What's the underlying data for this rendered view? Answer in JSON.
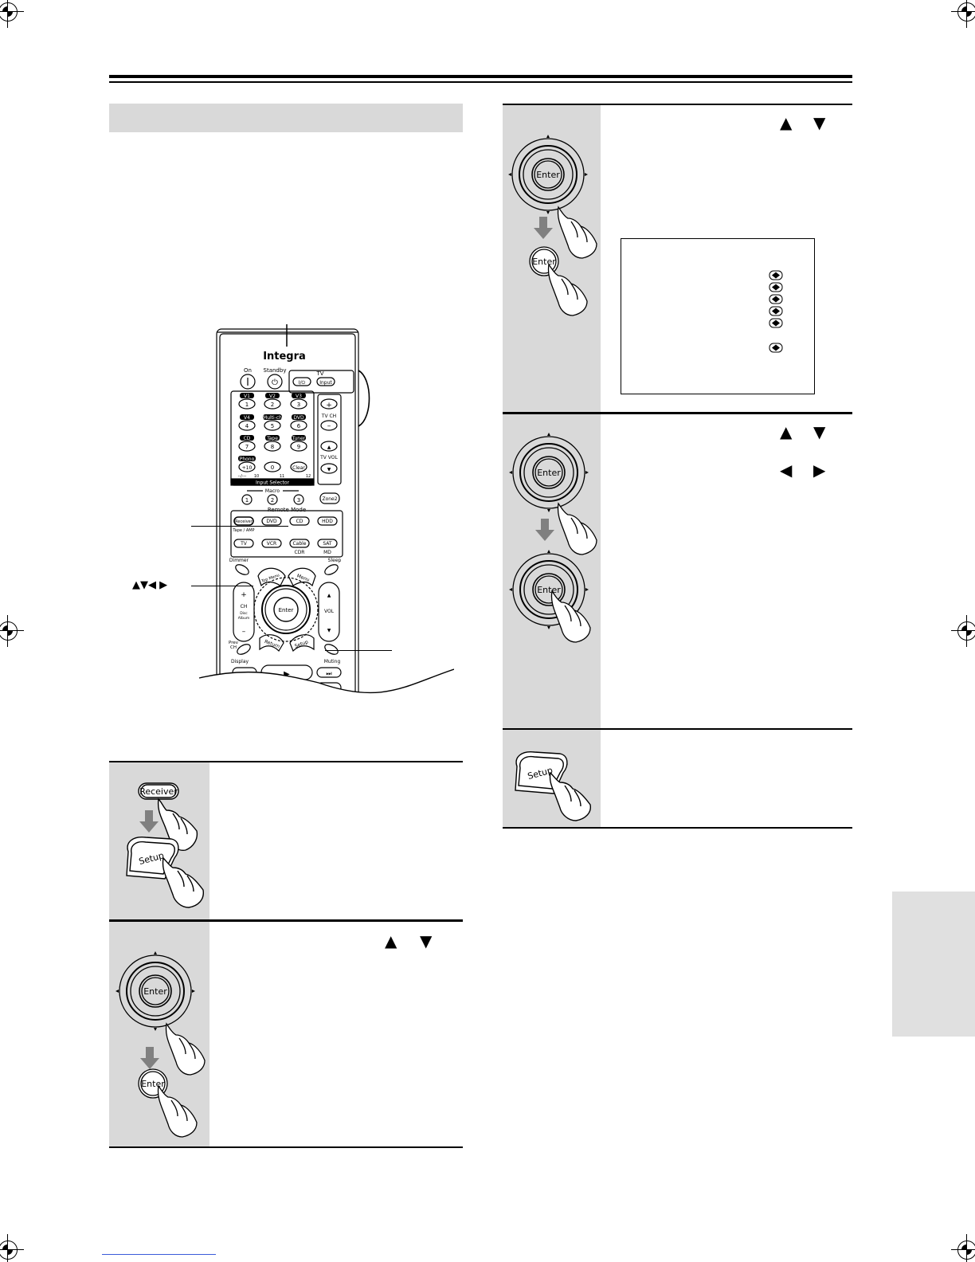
{
  "remote": {
    "brand": "Integra",
    "on": "On",
    "standby": "Standby",
    "tv": "TV",
    "tv_io": "I/⏻",
    "input": "Input",
    "v1": "V1",
    "v2": "V2",
    "v3": "V3",
    "v4": "V4",
    "multich": "Multi-ch",
    "dvd_src": "DVD",
    "cd_src": "CD",
    "tape_src": "Tape",
    "tuner_src": "Tuner",
    "phono_src": "Phono",
    "n1": "1",
    "n2": "2",
    "n3": "3",
    "n4": "4",
    "n5": "5",
    "n6": "6",
    "n7": "7",
    "n8": "8",
    "n9": "9",
    "n10": "+10",
    "n0": "0",
    "clear": "Clear",
    "dashes": "--/---",
    "s10": "10",
    "s11": "11",
    "s12": "12",
    "input_selector": "Input Selector",
    "tv_ch": "TV CH",
    "tv_vol": "TV VOL",
    "plus": "+",
    "minus": "–",
    "macro": "Macro",
    "m1": "1",
    "m2": "2",
    "m3": "3",
    "zone2": "Zone2",
    "remote_mode": "Remote Mode",
    "receiver": "Receiver",
    "tape_amp": "Tape / AMP",
    "dvd": "DVD",
    "cd": "CD",
    "hdd": "HDD",
    "tvb": "TV",
    "vcr": "VCR",
    "cable": "Cable",
    "sat": "SAT",
    "cdr": "CDR",
    "md": "MD",
    "dimmer": "Dimmer",
    "sleep": "Sleep",
    "top_menu": "Top Menu",
    "menu": "Menu",
    "ch": "CH",
    "disc_album": "Disc\nAlbum",
    "vol": "VOL",
    "enter": "Enter",
    "prev_ch": "Prev\nCH",
    "return": "Return",
    "setup": "Setup",
    "display": "Display",
    "muting": "Muting"
  },
  "callouts": {
    "arrows": "▲▼◀ ▶"
  },
  "steps": {
    "receiver_btn": "Receiver",
    "setup_btn": "Setup",
    "enter_btn": "Enter"
  },
  "arrow_glyphs": {
    "up": "▲",
    "down": "▼",
    "left": "◀",
    "right": "▶"
  },
  "colors": {
    "panel_gray": "#d9d9d9",
    "tab_gray": "#e0e0e0",
    "link_blue": "#3a5bd9"
  }
}
